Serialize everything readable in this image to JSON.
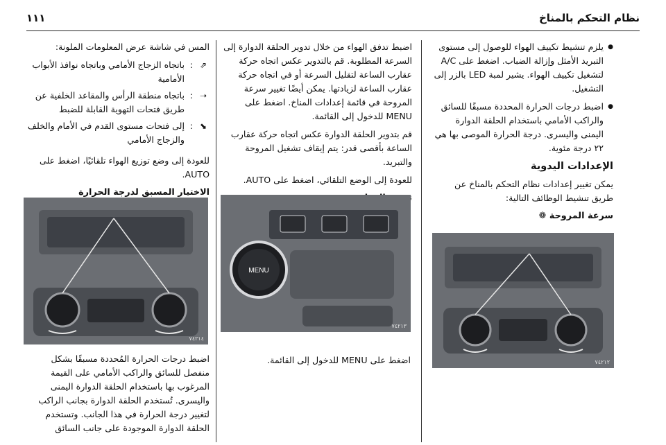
{
  "header": {
    "title": "نظام التحكم بالمناخ",
    "page_number": "١١١"
  },
  "right_column": {
    "bullet1": "يلزم تنشيط تكييف الهواء للوصول إلى مستوى التبريد الأمثل وإزالة الضباب. اضغط على A/C لتشغيل تكييف الهواء. يشير لمبة LED بالزر إلى التشغيل.",
    "bullet2": "اضبط درجات الحرارة المحددة مسبقًا للسائق والراكب الأمامي باستخدام الحلقة الدوارة اليمنى واليسرى. درجة الحرارة الموصى بها هي ٢٢ درجة مئوية.",
    "heading": "الإعدادات اليدوية",
    "intro": "يمكن تغيير إعدادات نظام التحكم بالمناخ عن طريق تنشيط الوظائف التالية:",
    "fan_speed_heading": "سرعة المروحة ❁",
    "figure_label": "٧٤٢١٢"
  },
  "middle_column": {
    "para1": "اضبط تدفق الهواء من خلال تدوير الحلقة الدوارة إلى السرعة المطلوبة. قم بالتدوير عكس اتجاه حركة عقارب الساعة لتقليل السرعة أو في اتجاه حركة عقارب الساعة لزيادتها. يمكن أيضًا تغيير سرعة المروحة في قائمة إعدادات المناخ. اضغط على MENU للدخول إلى القائمة.",
    "para2": "قم بتدوير الحلقة الدوارة عكس اتجاه حركة عقارب الساعة بأقصى قدر: يتم إيقاف تشغيل المروحة والتبريد.",
    "para3": "للعودة إلى الوضع التلقائي، اضغط على AUTO.",
    "airflow_heading": "توزيع الهواء",
    "figure_caption": "اضغط على MENU للدخول إلى القائمة.",
    "figure_label": "٧٤٢١٣"
  },
  "left_column": {
    "intro": "المس في شاشة عرض المعلومات الملونة:",
    "items": [
      "باتجاه الزجاج الأمامي وباتجاه نوافذ الأبواب الأمامية",
      "باتجاه منطقة الرأس والمقاعد الخلفية عن طريق فتحات التهوية القابلة للضبط",
      "إلى فتحات مستوى القدم في الأمام والخلف والزجاج الأمامي"
    ],
    "auto_note": "للعودة إلى وضع توزيع الهواء تلقائيًا، اضغط على AUTO.",
    "preselect_heading": "الاختيار المسبق لدرجة الحرارة",
    "para_bottom": "اضبط درجات الحرارة المُحددة مسبقًا بشكل منفصل للسائق والراكب الأمامي على القيمة المرغوب بها باستخدام الحلقة الدوارة اليمنى واليسرى. تُستخدم الحلقة الدوارة بجانب الراكب لتغيير درجة الحرارة في هذا الجانب. وتستخدم الحلقة الدوارة الموجودة على جانب السائق",
    "figure_label": "٧٤٢١٤"
  },
  "colors": {
    "panel_dark": "#3a3c40",
    "panel_mid": "#6b6e73",
    "knob": "#1c1d20",
    "screen": "#3d4046"
  }
}
